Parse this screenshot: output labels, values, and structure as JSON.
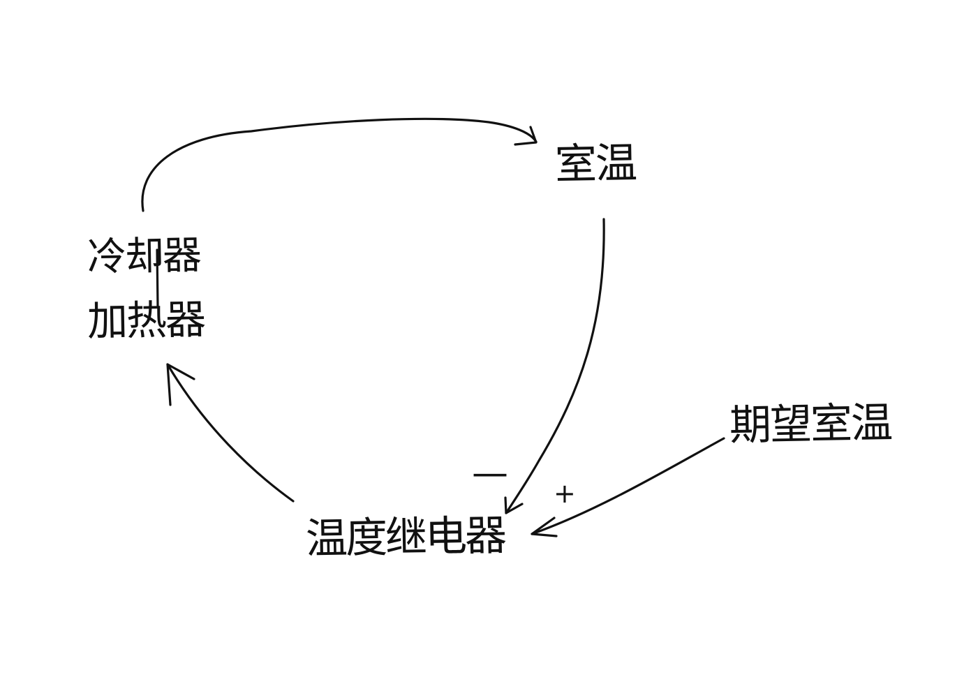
{
  "nodes": {
    "room_temp": "室温",
    "cooler": "冷却器",
    "heater": "加热器",
    "relay": "温度继电器",
    "desired_temp": "期望室温"
  },
  "signs": {
    "room_temp_to_relay": "—",
    "desired_to_relay": "+"
  },
  "colors": {
    "ink": "#111111",
    "background": "#ffffff"
  }
}
